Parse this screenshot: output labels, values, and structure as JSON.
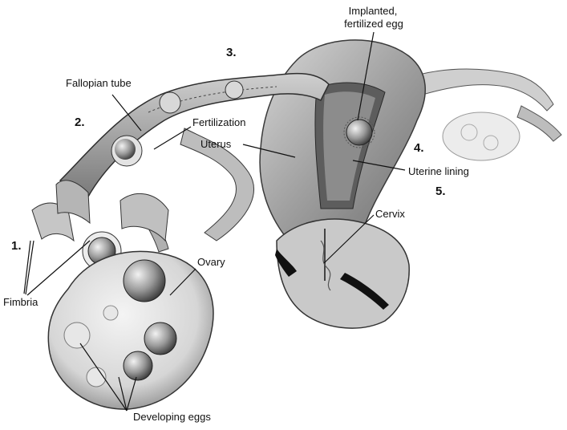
{
  "labels": {
    "fallopian_tube": "Fallopian tube",
    "fertilization": "Fertilization",
    "uterus": "Uterus",
    "implanted_line1": "Implanted,",
    "implanted_line2": "fertilized egg",
    "uterine_lining": "Uterine lining",
    "cervix": "Cervix",
    "ovary": "Ovary",
    "fimbria": "Fimbria",
    "developing_eggs": "Developing eggs"
  },
  "steps": [
    "1.",
    "2.",
    "3.",
    "4.",
    "5."
  ],
  "colors": {
    "ink": "#111111",
    "tissue_dark": "#6b6b6b",
    "tissue_mid": "#a9a9a9",
    "tissue_light": "#dcdcdc",
    "egg": "#8e8e8e"
  }
}
